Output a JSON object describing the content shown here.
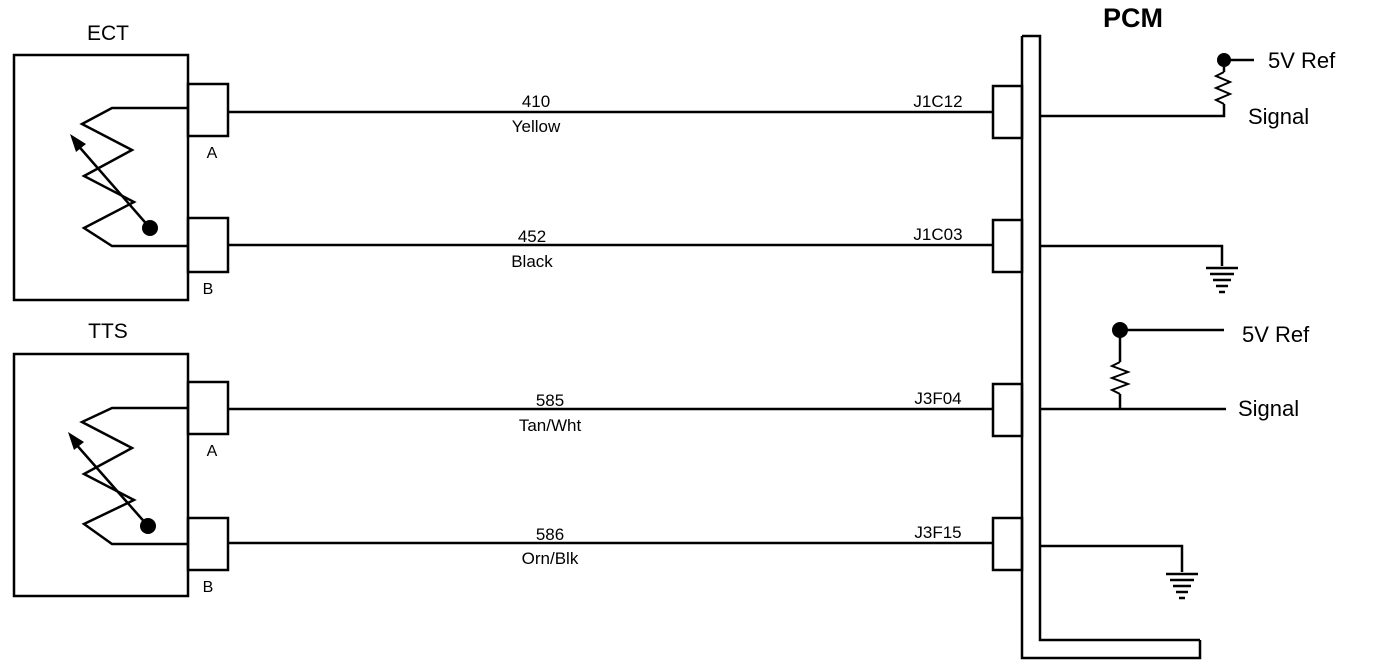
{
  "pcm_label": "PCM",
  "sensors": [
    {
      "name": "ECT",
      "pin_a": "A",
      "pin_b": "B",
      "circuit_a": {
        "number": "410",
        "color": "Yellow",
        "pcm_pin": "J1C12"
      },
      "circuit_b": {
        "number": "452",
        "color": "Black",
        "pcm_pin": "J1C03"
      }
    },
    {
      "name": "TTS",
      "pin_a": "A",
      "pin_b": "B",
      "circuit_a": {
        "number": "585",
        "color": "Tan/Wht",
        "pcm_pin": "J3F04"
      },
      "circuit_b": {
        "number": "586",
        "color": "Orn/Blk",
        "pcm_pin": "J3F15"
      }
    }
  ],
  "pcm_side": {
    "ect_ref": "5V Ref",
    "ect_signal": "Signal",
    "tts_ref": "5V Ref",
    "tts_signal": "Signal"
  }
}
